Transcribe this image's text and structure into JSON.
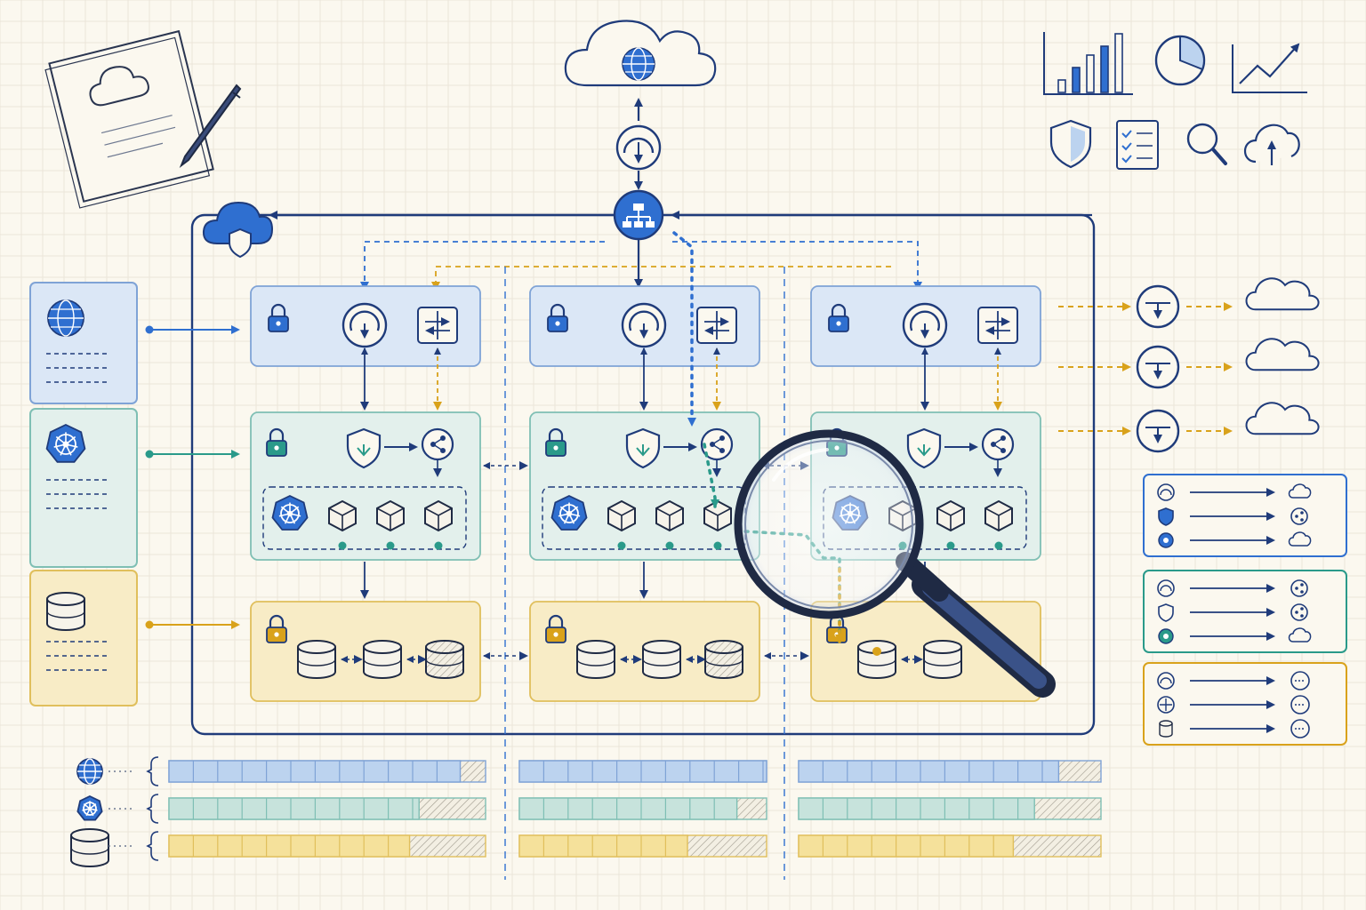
{
  "title": "",
  "colors": {
    "navy": "#1f3b7a",
    "blue": "#2f6fd0",
    "blue_fill": "#dbe7f6",
    "teal": "#2a9a8a",
    "teal_fill": "#e3f0ec",
    "amber": "#d9a21b",
    "amber_fill": "#f8ecc6",
    "paper": "#fbf8ef",
    "hatch": "#c9c3b4"
  },
  "icons": {
    "notebook": "notebook-cloud-icon",
    "top_cloud": "internet-cloud-icon",
    "gateway": "gateway-gauge-icon",
    "load_balancer": "load-balancer-icon",
    "vpc": "cloud-shield-icon",
    "dashboard": [
      "bar-chart-icon",
      "pie-chart-icon",
      "line-chart-icon",
      "shield-icon",
      "checklist-icon",
      "search-icon",
      "cloud-upload-icon"
    ],
    "magnifier": "magnifying-glass-icon"
  },
  "layers": [
    "web",
    "kubernetes",
    "data"
  ],
  "zones": [
    "zone-a",
    "zone-b",
    "zone-c"
  ],
  "capacity": {
    "web": {
      "used": [
        0.92,
        1.0,
        0.86
      ]
    },
    "kubernetes": {
      "used": [
        0.79,
        0.88,
        0.78
      ]
    },
    "data": {
      "used": [
        0.76,
        0.68,
        0.71
      ]
    }
  },
  "routes": [
    {
      "dest_icon": "cloud-icon"
    },
    {
      "dest_icon": "cloud-icon"
    },
    {
      "dest_icon": "cloud-icon"
    }
  ]
}
